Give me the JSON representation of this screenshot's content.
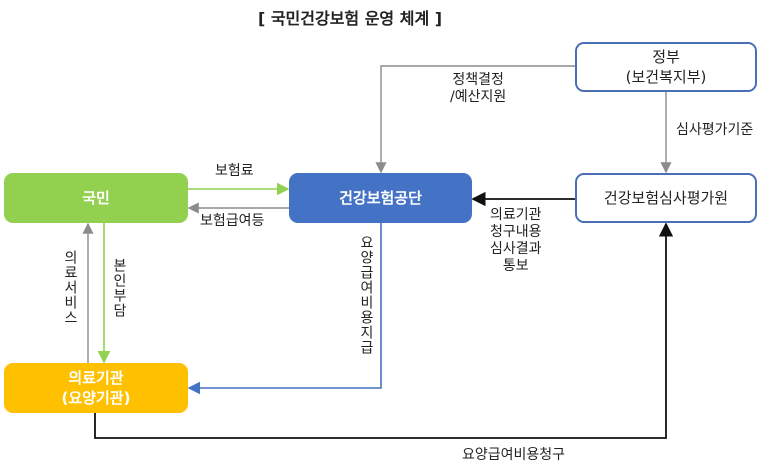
{
  "title": "[ 국민건강보험 운영 체계 ]",
  "nodes": {
    "citizen": "국민",
    "nhis": "건강보험공단",
    "provider_line1": "의료기관",
    "provider_line2": "(요양기관)",
    "gov_line1": "정부",
    "gov_line2": "(보건복지부)",
    "hira": "건강보험심사평가원"
  },
  "edges": {
    "premium": "보험료",
    "benefits": "보험급여등",
    "policy_line1": "정책결정",
    "policy_line2": "/예산지원",
    "review_criteria": "심사평가기준",
    "review_result_1": "의료기관",
    "review_result_2": "청구내용",
    "review_result_3": "심사결과",
    "review_result_4": "통보",
    "payment": "요양급여비용지급",
    "copay": "본인부담",
    "medical_service": "의료서비스",
    "claim": "요양급여비용청구"
  },
  "colors": {
    "citizen": "#92d050",
    "nhis": "#4472c4",
    "provider": "#ffc000",
    "outline": "#4a6fb5",
    "green_arrow": "#92d050",
    "gray_arrow": "#8c8c8c",
    "black_arrow": "#111111"
  }
}
